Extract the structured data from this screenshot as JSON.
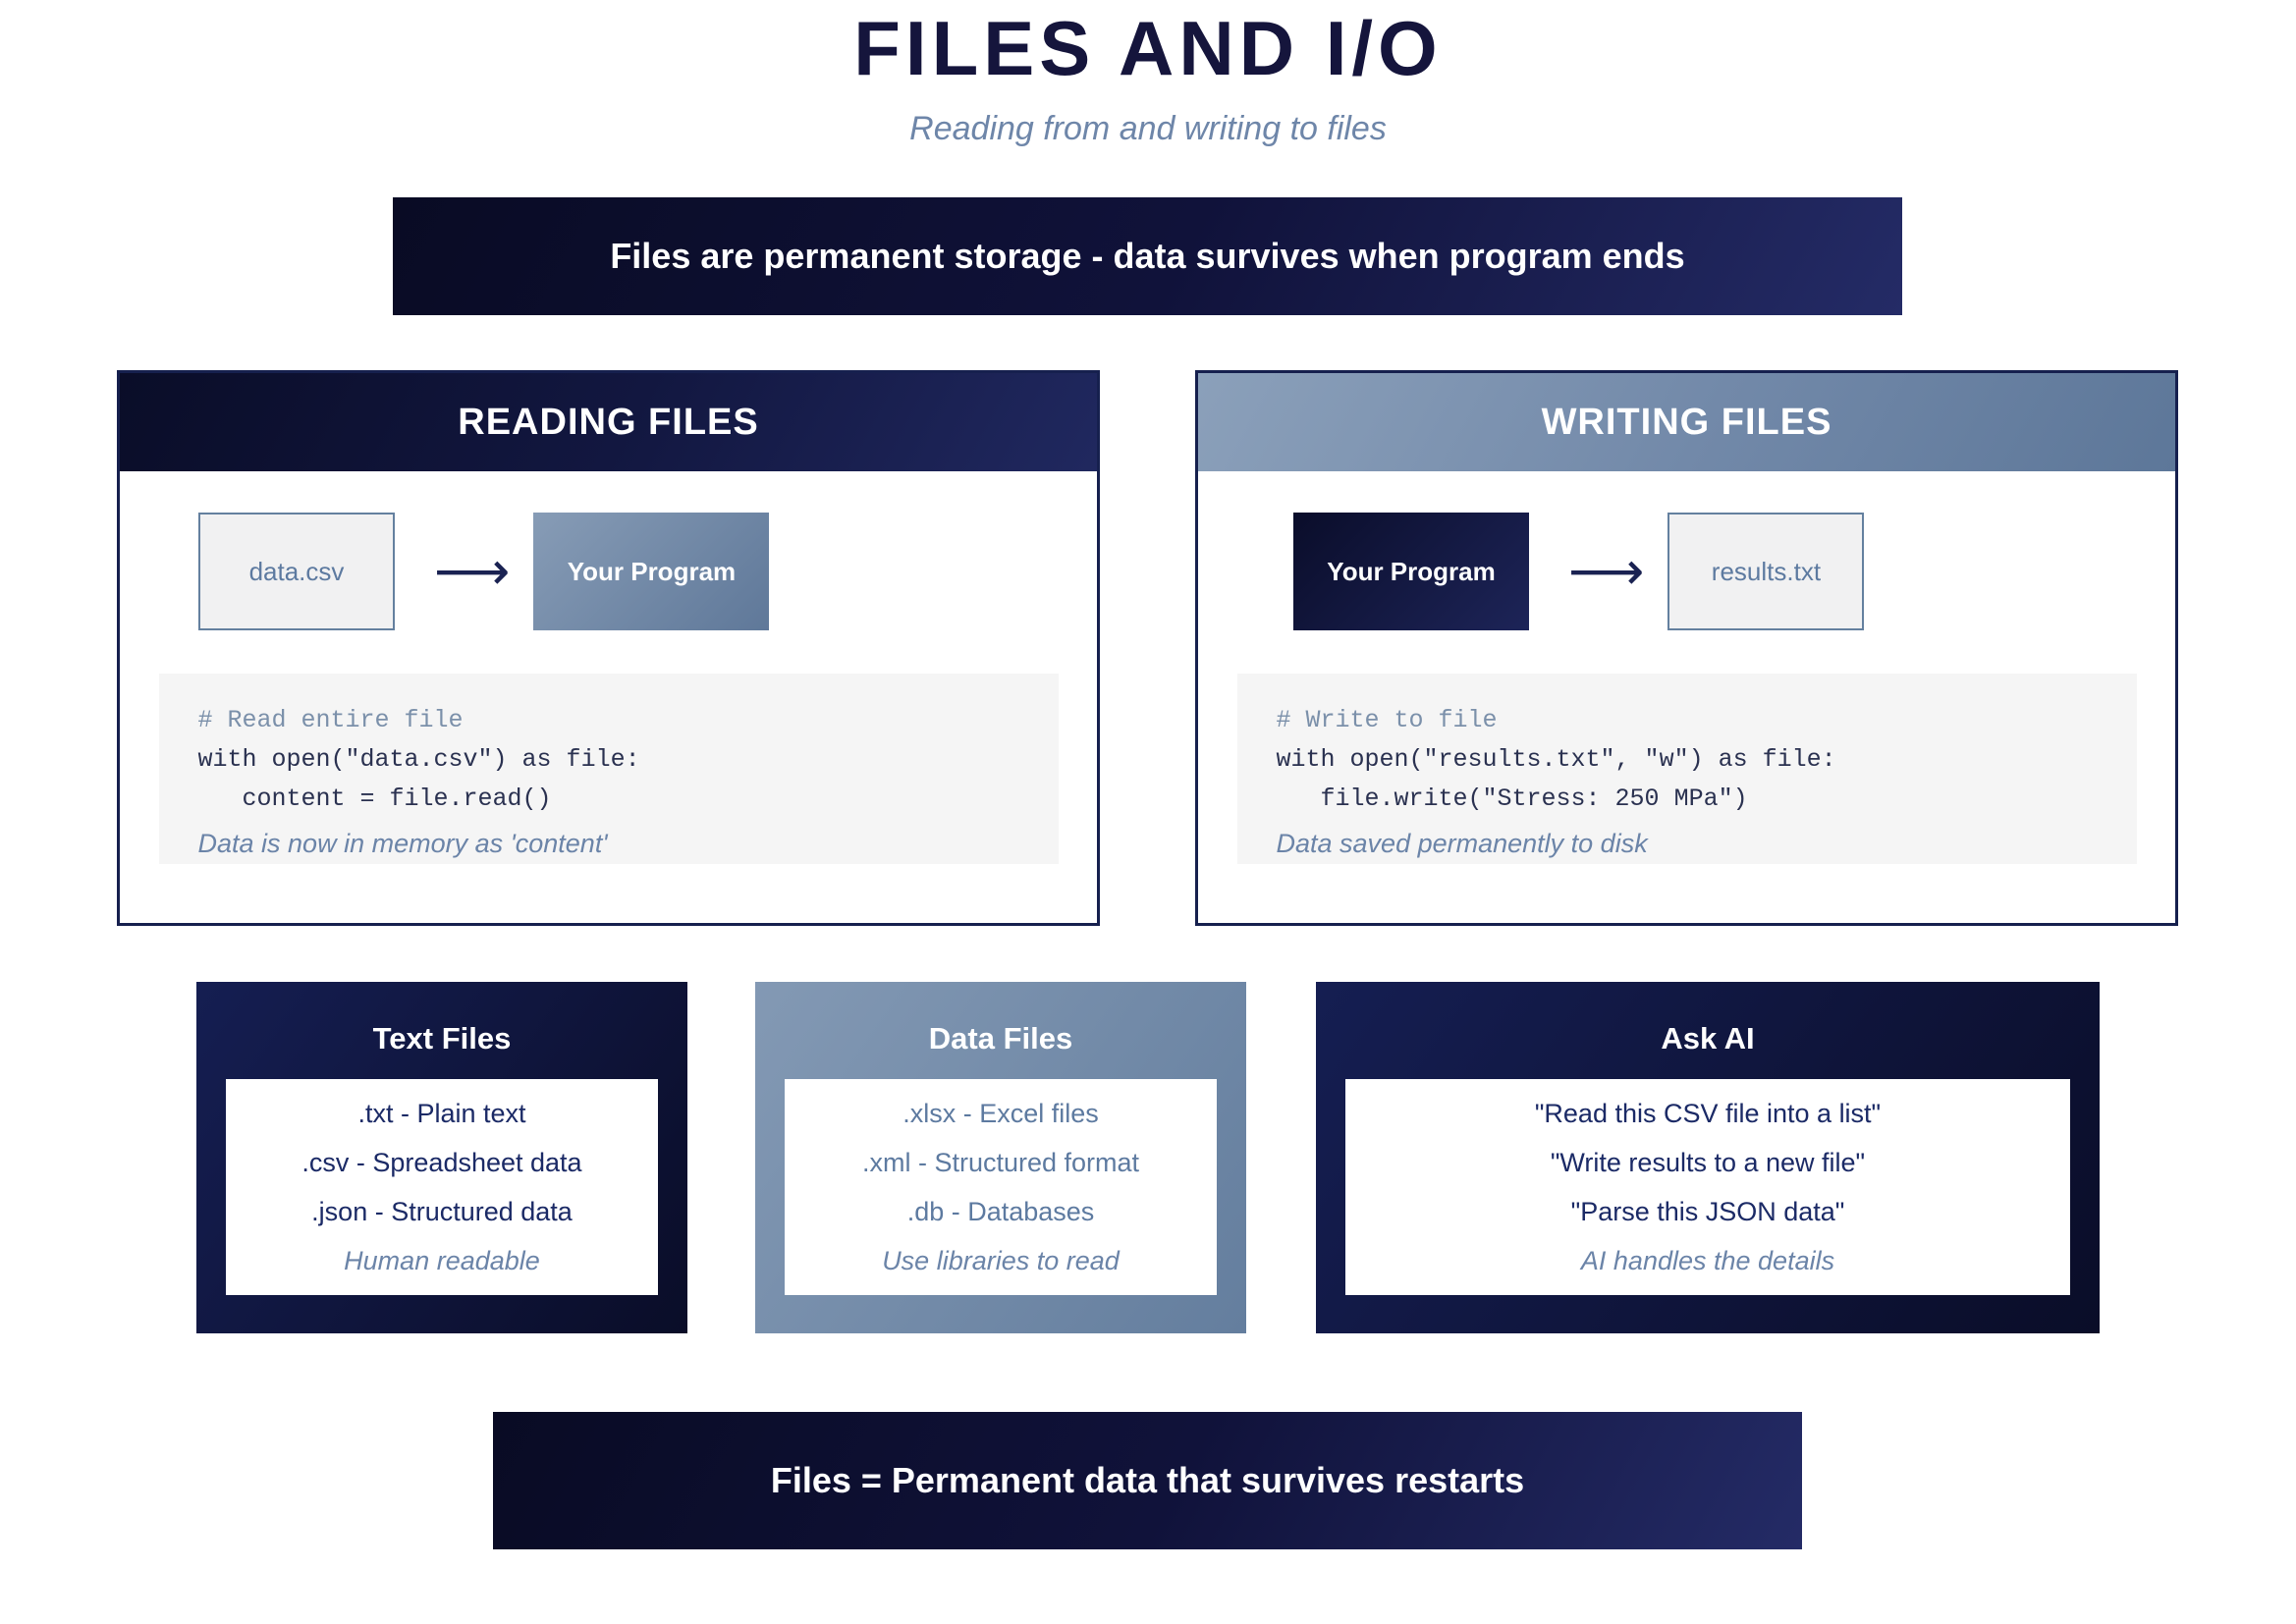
{
  "page": {
    "title": "FILES AND I/O",
    "subtitle": "Reading from and writing to files"
  },
  "top_banner": {
    "text": "Files are permanent storage - data survives when program ends"
  },
  "reading_panel": {
    "title": "READING FILES",
    "source_box": "data.csv",
    "arrow": "⟶",
    "program_box": "Your Program",
    "code": {
      "comment": "# Read entire file",
      "line1": "with open(\"data.csv\") as file:",
      "line2": "   content = file.read()",
      "note": "Data is now in memory as 'content'"
    }
  },
  "writing_panel": {
    "title": "WRITING FILES",
    "program_box": "Your Program",
    "arrow": "⟶",
    "target_box": "results.txt",
    "code": {
      "comment": "# Write to file",
      "line1": "with open(\"results.txt\", \"w\") as file:",
      "line2": "   file.write(\"Stress: 250 MPa\")",
      "note": "Data saved permanently to disk"
    }
  },
  "cards": [
    {
      "title": "Text Files",
      "items": [
        ".txt - Plain text",
        ".csv - Spreadsheet data",
        ".json - Structured data"
      ],
      "note": "Human readable"
    },
    {
      "title": "Data Files",
      "items": [
        ".xlsx - Excel files",
        ".xml - Structured format",
        ".db - Databases"
      ],
      "note": "Use libraries to read"
    },
    {
      "title": "Ask AI",
      "items": [
        "\"Read this CSV file into a list\"",
        "\"Write results to a new file\"",
        "\"Parse this JSON data\""
      ],
      "note": "AI handles the details"
    }
  ],
  "bottom_banner": {
    "text": "Files = Permanent data that survives restarts"
  },
  "colors": {
    "navy_dark": "#0a0d28",
    "navy_light": "#242b66",
    "steel": "#7289a9",
    "muted_blue": "#5d7aa0",
    "title_navy": "#15153c"
  }
}
